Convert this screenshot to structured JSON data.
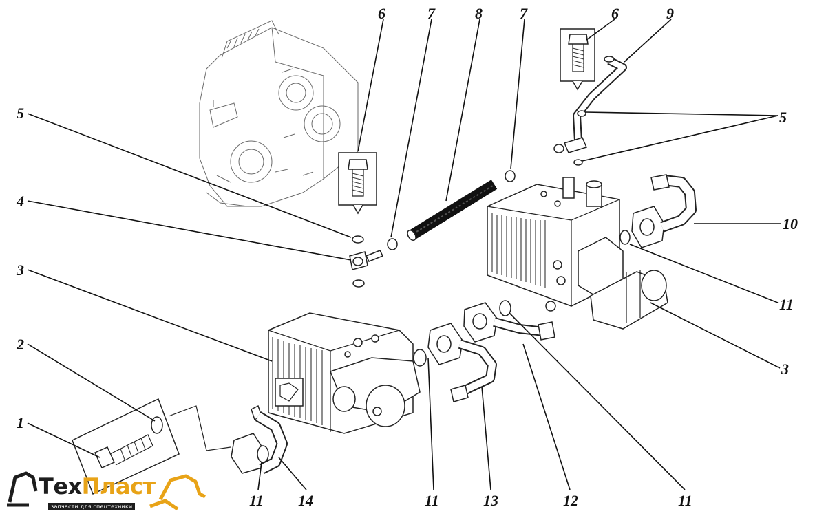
{
  "diagram": {
    "labels": [
      {
        "id": "1",
        "text": "1"
      },
      {
        "id": "2",
        "text": "2"
      },
      {
        "id": "3a",
        "text": "3"
      },
      {
        "id": "3b",
        "text": "3"
      },
      {
        "id": "4",
        "text": "4"
      },
      {
        "id": "5a",
        "text": "5"
      },
      {
        "id": "5b",
        "text": "5"
      },
      {
        "id": "6a",
        "text": "6"
      },
      {
        "id": "6b",
        "text": "6"
      },
      {
        "id": "7a",
        "text": "7"
      },
      {
        "id": "7b",
        "text": "7"
      },
      {
        "id": "8",
        "text": "8"
      },
      {
        "id": "9",
        "text": "9"
      },
      {
        "id": "10",
        "text": "10"
      },
      {
        "id": "11a",
        "text": "11"
      },
      {
        "id": "11b",
        "text": "11"
      },
      {
        "id": "11c",
        "text": "11"
      },
      {
        "id": "11d",
        "text": "11"
      },
      {
        "id": "12",
        "text": "12"
      },
      {
        "id": "13",
        "text": "13"
      },
      {
        "id": "14",
        "text": "14"
      }
    ]
  },
  "logo": {
    "brand_part1": "Тех",
    "brand_part2": "Пласт",
    "tagline": "запчасти для спецтехники",
    "colors": {
      "dark": "#1d1d1d",
      "accent": "#e8a317"
    }
  }
}
